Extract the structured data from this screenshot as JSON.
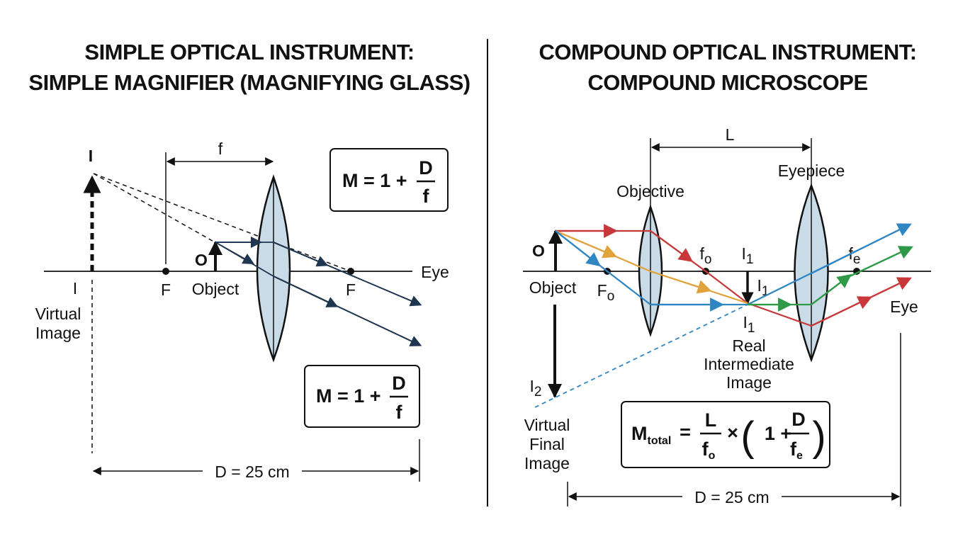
{
  "left": {
    "title_line1": "SIMPLE OPTICAL INSTRUMENT:",
    "title_line2": "SIMPLE MAGNIFIER (MAGNIFYING GLASS)",
    "focal_label": "f",
    "image_top_label": "I",
    "image_base_label": "I",
    "virtual_image_line1": "Virtual",
    "virtual_image_line2": "Image",
    "focal_point_left": "F",
    "focal_point_right": "F",
    "object_letter": "O",
    "object_label": "Object",
    "eye_label": "Eye",
    "formula_top": {
      "lhs": "M = 1 +",
      "num": "D",
      "den": "f"
    },
    "formula_bottom": {
      "lhs": "M = 1 +",
      "num": "D",
      "den": "f"
    },
    "distance_label": "D = 25 cm"
  },
  "right": {
    "title_line1": "COMPOUND OPTICAL INSTRUMENT:",
    "title_line2": "COMPOUND MICROSCOPE",
    "length_label": "L",
    "objective_label": "Objective",
    "eyepiece_label": "Eyepiece",
    "object_letter": "O",
    "object_label": "Object",
    "fo_point": {
      "base": "f",
      "sub": "o"
    },
    "Fo_point": {
      "base": "F",
      "sub": "o"
    },
    "fe_point": {
      "base": "f",
      "sub": "e"
    },
    "i1_top": {
      "base": "I",
      "sub": "1"
    },
    "i1_mid": {
      "base": "I",
      "sub": "1"
    },
    "i1_bottom": {
      "base": "I",
      "sub": "1"
    },
    "real_image_line1": "Real",
    "real_image_line2": "Intermediate",
    "real_image_line3": "Image",
    "i2_label": {
      "base": "I",
      "sub": "2"
    },
    "virtual_final_line1": "Virtual",
    "virtual_final_line2": "Final",
    "virtual_final_line3": "Image",
    "eye_label": "Eye",
    "formula": {
      "m": "M",
      "m_sub": "total",
      "eq": "=",
      "num1": "L",
      "den1_base": "f",
      "den1_sub": "o",
      "times": "×",
      "paren_open": "(",
      "one_plus": "1 +",
      "num2": "D",
      "den2_base": "f",
      "den2_sub": "e",
      "paren_close": ")"
    },
    "distance_label": "D = 25 cm"
  },
  "colors": {
    "ray_dark": "#1f3550",
    "ray_red": "#c8373a",
    "ray_orange": "#e0a23a",
    "ray_blue": "#2f86c3",
    "ray_green": "#2e9a47",
    "lens_fill": "#c9dbe6"
  }
}
